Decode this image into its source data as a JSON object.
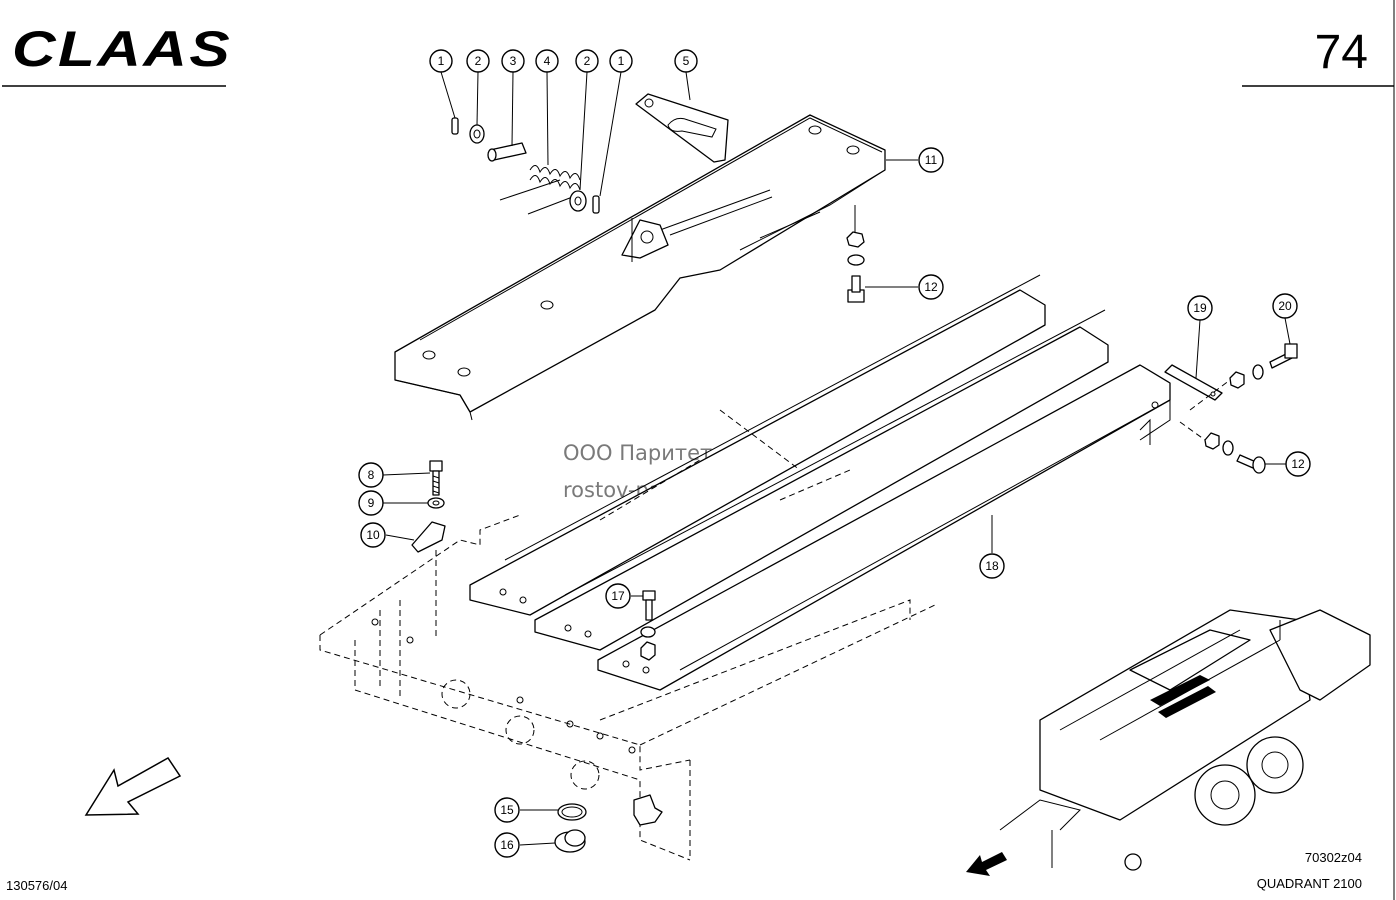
{
  "header": {
    "brand": "CLAAS",
    "page_number": "74"
  },
  "footer": {
    "doc_number": "130576/04",
    "drawing_code": "70302z04",
    "model": "QUADRANT 2100"
  },
  "watermark": {
    "line1": "ООО Паритет",
    "line2": "rostov-paritet.ru"
  },
  "callouts": [
    {
      "id": "c1a",
      "label": "1"
    },
    {
      "id": "c2a",
      "label": "2"
    },
    {
      "id": "c3",
      "label": "3"
    },
    {
      "id": "c4",
      "label": "4"
    },
    {
      "id": "c2b",
      "label": "2"
    },
    {
      "id": "c1b",
      "label": "1"
    },
    {
      "id": "c5",
      "label": "5"
    },
    {
      "id": "c11",
      "label": "11"
    },
    {
      "id": "c12a",
      "label": "12"
    },
    {
      "id": "c19",
      "label": "19"
    },
    {
      "id": "c20",
      "label": "20"
    },
    {
      "id": "c12b",
      "label": "12"
    },
    {
      "id": "c8",
      "label": "8"
    },
    {
      "id": "c9",
      "label": "9"
    },
    {
      "id": "c10",
      "label": "10"
    },
    {
      "id": "c18",
      "label": "18"
    },
    {
      "id": "c17",
      "label": "17"
    },
    {
      "id": "c15",
      "label": "15"
    },
    {
      "id": "c16",
      "label": "16"
    }
  ]
}
